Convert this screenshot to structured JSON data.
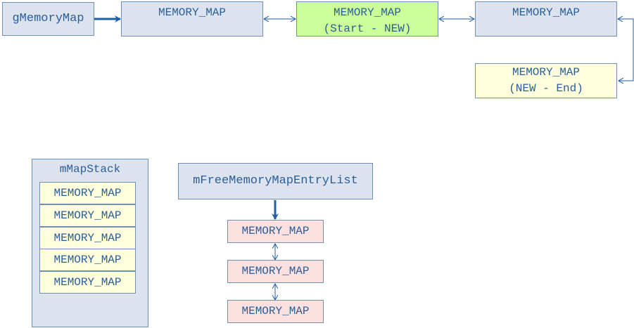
{
  "main_list": {
    "head_label": "gMemoryMap",
    "nodes": [
      {
        "lines": [
          "MEMORY_MAP"
        ]
      },
      {
        "lines": [
          "MEMORY_MAP",
          "(Start - NEW)"
        ]
      },
      {
        "lines": [
          "MEMORY_MAP"
        ]
      },
      {
        "lines": [
          "MEMORY_MAP",
          "(NEW - End)"
        ]
      }
    ]
  },
  "map_stack": {
    "title": "mMapStack",
    "items": [
      "MEMORY_MAP",
      "MEMORY_MAP",
      "MEMORY_MAP",
      "MEMORY_MAP",
      "MEMORY_MAP"
    ]
  },
  "free_list": {
    "head_label": "mFreeMemoryMapEntryList",
    "nodes": [
      "MEMORY_MAP",
      "MEMORY_MAP",
      "MEMORY_MAP"
    ]
  },
  "colors": {
    "node_fill": "#dce3ee",
    "highlight_new": "#ccff99",
    "tail_new": "#ffffdd",
    "stack_item": "#ffffdd",
    "free_node": "#fde0e0",
    "border": "#6f8fb5",
    "text": "#2a5e99",
    "arrow": "#1f5ea8"
  }
}
